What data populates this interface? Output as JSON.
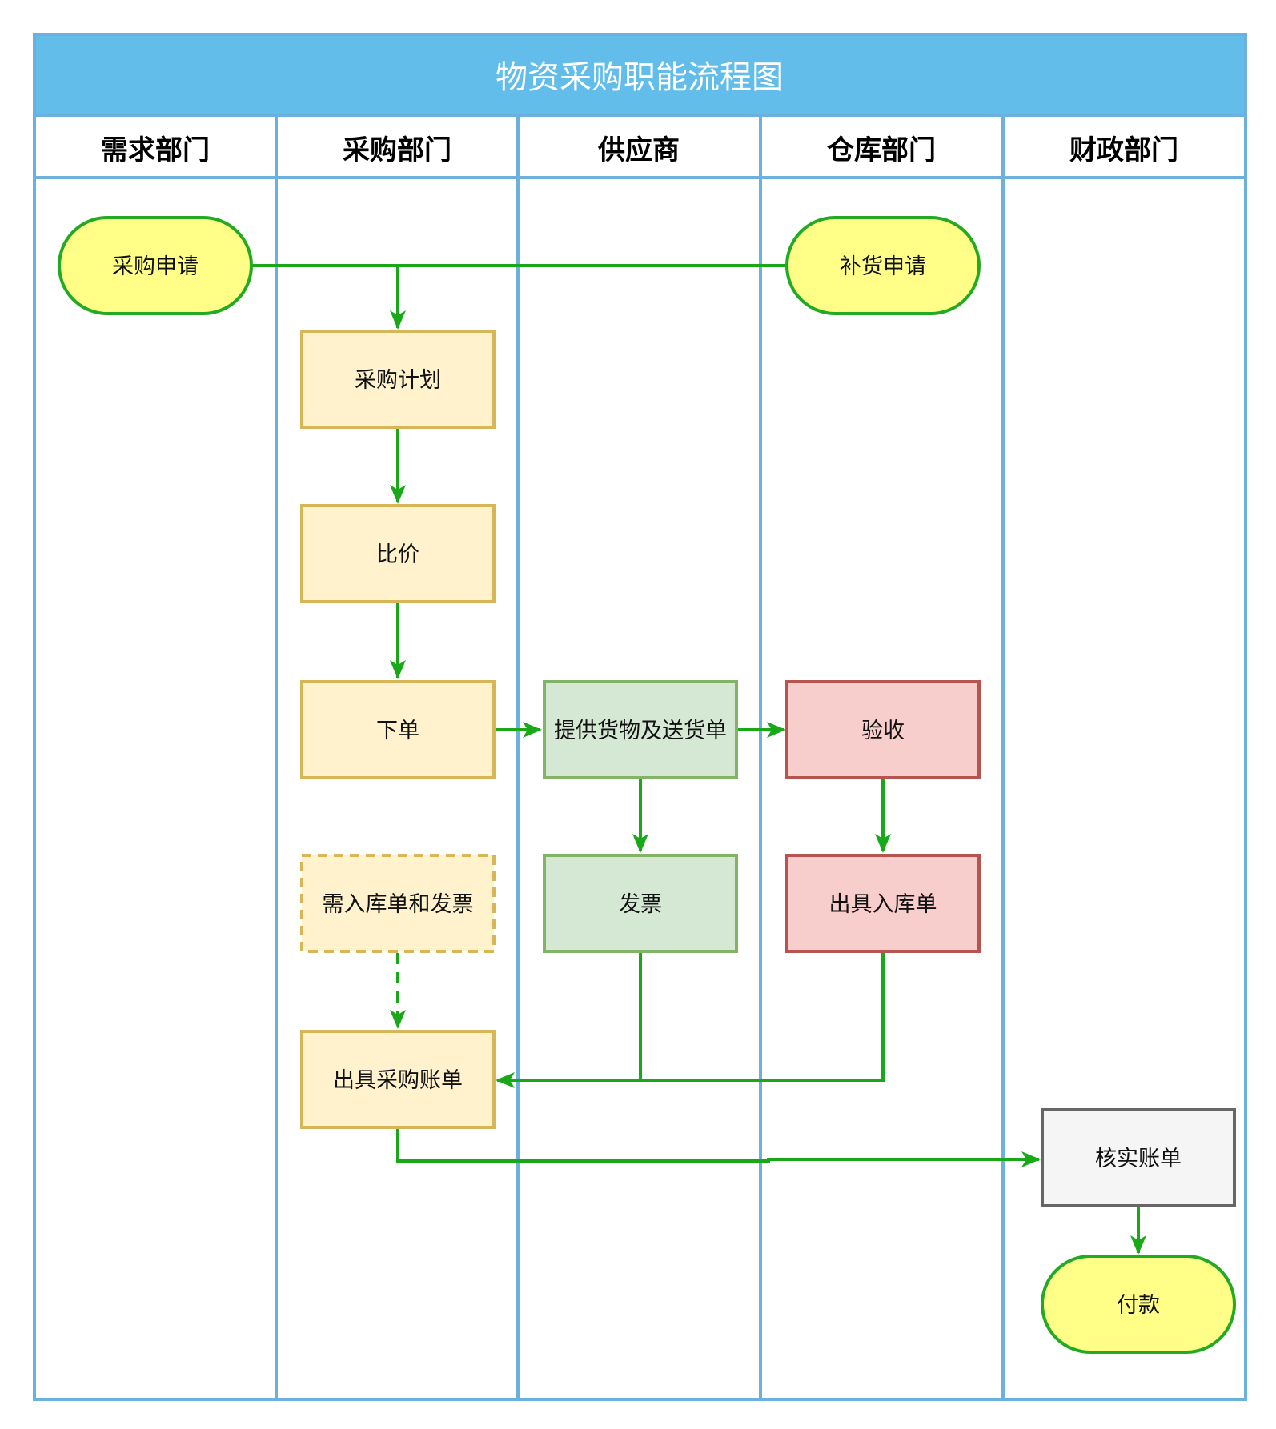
{
  "title": "物资采购职能流程图",
  "lanes": [
    "需求部门",
    "采购部门",
    "供应商",
    "仓库部门",
    "财政部门"
  ],
  "nodes": {
    "purchase_request": "采购申请",
    "restock_request": "补货申请",
    "purchase_plan": "采购计划",
    "price_compare": "比价",
    "place_order": "下单",
    "supply_goods": "提供货物及送货单",
    "inspection": "验收",
    "need_receipt_invoice": "需入库单和发票",
    "invoice": "发票",
    "issue_receipt": "出具入库单",
    "issue_bill": "出具采购账单",
    "verify_bill": "核实账单",
    "payment": "付款"
  },
  "colors": {
    "header": "#63bdea",
    "lane_border": "#6cb1dd",
    "arrow": "#18a818",
    "terminal_fill": "#ffff88",
    "terminal_stroke": "#22aa22",
    "purchase_fill": "#fff2cc",
    "purchase_stroke": "#d6b656",
    "supplier_fill": "#d5e8d4",
    "supplier_stroke": "#82b366",
    "warehouse_fill": "#f8cecc",
    "warehouse_stroke": "#b85450",
    "finance_fill": "#f5f5f5",
    "finance_stroke": "#666666"
  }
}
